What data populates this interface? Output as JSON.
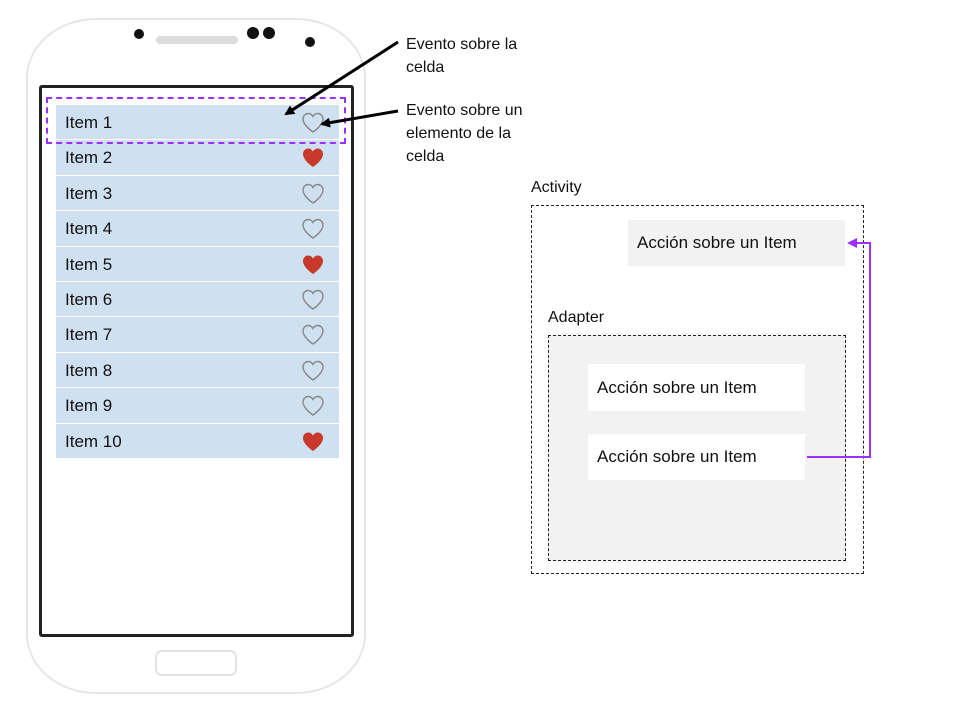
{
  "list": {
    "items": [
      {
        "label": "Item 1",
        "favorite": false
      },
      {
        "label": "Item 2",
        "favorite": true
      },
      {
        "label": "Item 3",
        "favorite": false
      },
      {
        "label": "Item 4",
        "favorite": false
      },
      {
        "label": "Item 5",
        "favorite": true
      },
      {
        "label": "Item 6",
        "favorite": false
      },
      {
        "label": "Item 7",
        "favorite": false
      },
      {
        "label": "Item 8",
        "favorite": false
      },
      {
        "label": "Item 9",
        "favorite": false
      },
      {
        "label": "Item 10",
        "favorite": true
      }
    ]
  },
  "annotations": {
    "cell_event_line1": "Evento sobre la",
    "cell_event_line2": "celda",
    "element_event_line1": "Evento sobre un",
    "element_event_line2": "elemento de la",
    "element_event_line3": "celda"
  },
  "architecture": {
    "activity_label": "Activity",
    "activity_action": "Acción sobre un Item",
    "adapter_label": "Adapter",
    "adapter_actions": [
      "Acción sobre un Item",
      "Acción sobre un Item"
    ]
  },
  "colors": {
    "row_background": "#cfe0f1",
    "heart_filled": "#c8392b",
    "heart_outline": "#888888",
    "highlight": "#9b30ff",
    "connector": "#9b30ff"
  }
}
